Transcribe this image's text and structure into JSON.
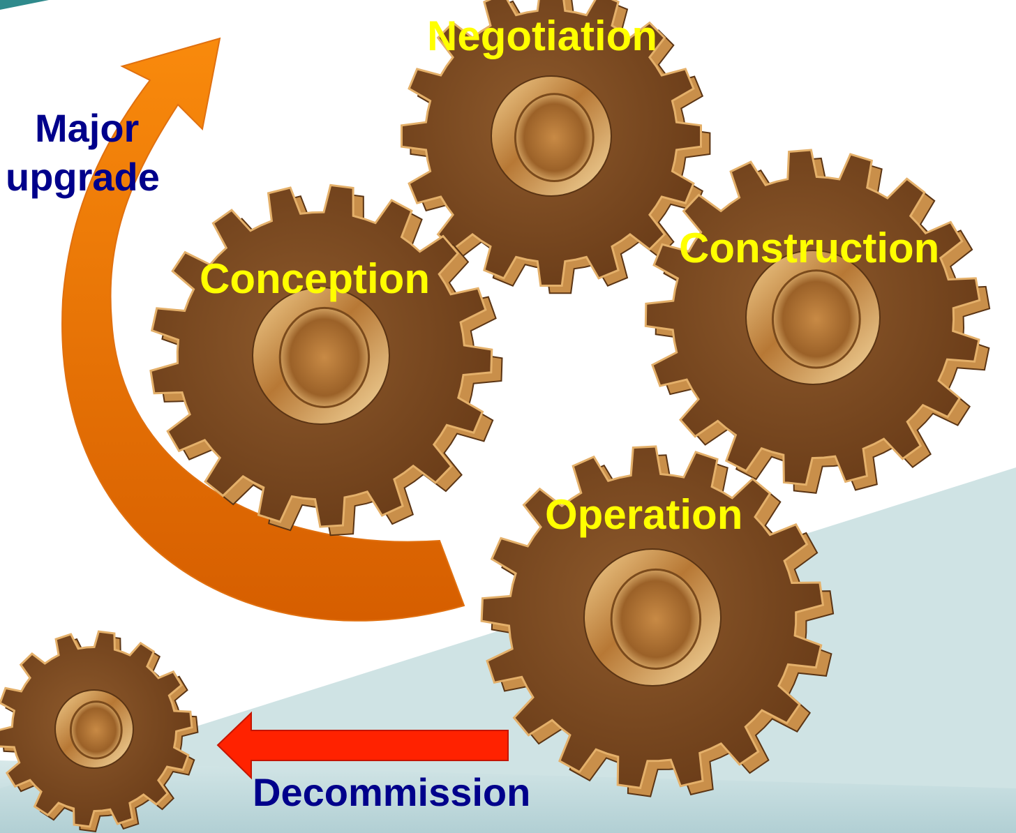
{
  "colors": {
    "gear_label": "#ffff00",
    "side_label": "#00008b",
    "curved_arrow": "#f07b0a",
    "decommission_arrow": "#ff2200",
    "gear_body": "#7d4a22",
    "background_band": "#c3dadc"
  },
  "labels": {
    "negotiation": "Negotiation",
    "conception": "Conception",
    "construction": "Construction",
    "operation": "Operation",
    "major_upgrade_line1": "Major",
    "major_upgrade_line2": "upgrade",
    "decommission": "Decommission"
  },
  "icons": {
    "gear": "gear-icon",
    "curved_arrow": "curved-arrow-icon",
    "left_arrow": "arrow-left-icon"
  }
}
